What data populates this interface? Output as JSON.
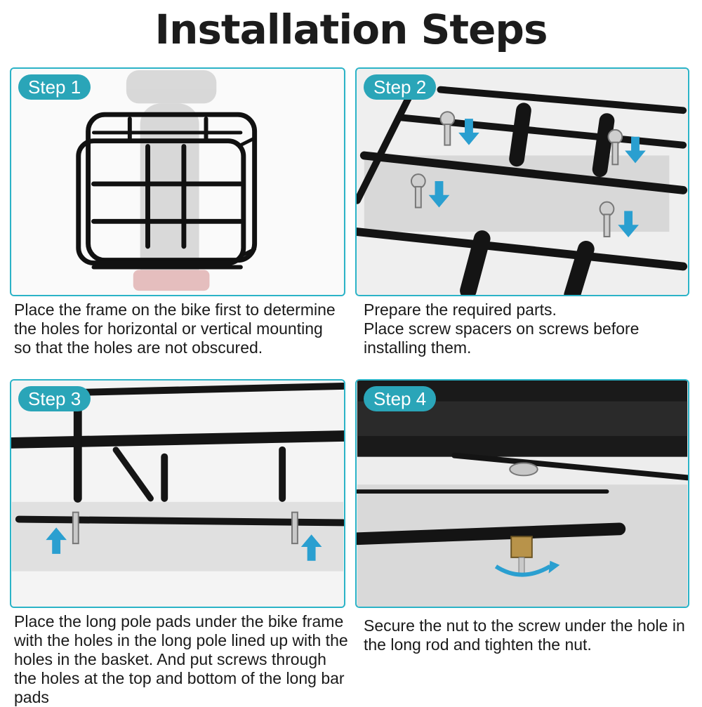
{
  "title": "Installation Steps",
  "steps": [
    {
      "label": "Step 1",
      "caption": "Place the frame on the bike first to determine the holes for horizontal or vertical mounting so that the holes are not obscured."
    },
    {
      "label": "Step 2",
      "caption_lines": [
        "Prepare the required parts.",
        "Place screw spacers on screws before installing them."
      ]
    },
    {
      "label": "Step 3",
      "caption": "Place the long pole pads under the bike frame with the holes in the long pole lined up with the holes in the basket. And put screws through the holes at the top and bottom of the long bar pads"
    },
    {
      "label": "Step 4",
      "caption": "Secure the nut to the screw under the hole in the long rod and tighten the nut."
    }
  ],
  "colors": {
    "accent": "#2bb3c7",
    "badge": "#2aa5b8",
    "arrow": "#2a9fd0"
  }
}
